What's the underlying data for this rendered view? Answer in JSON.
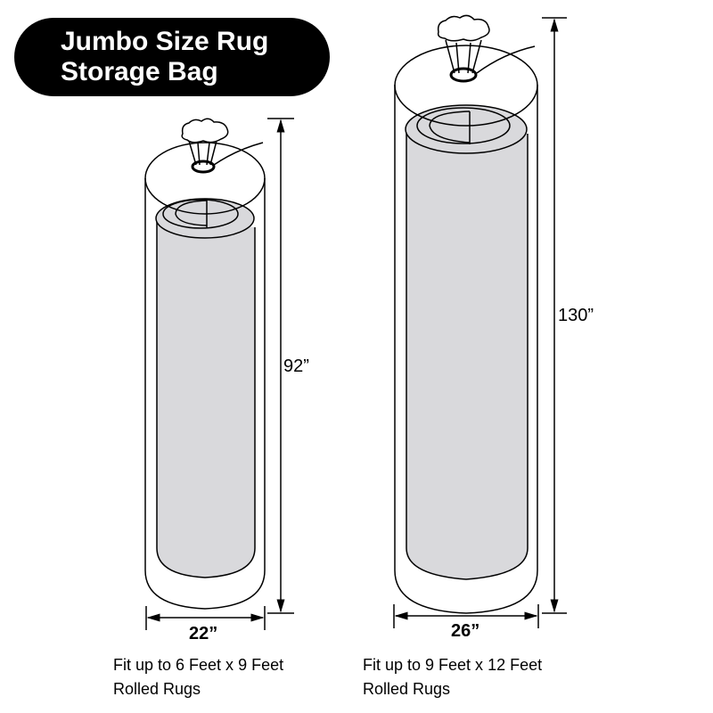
{
  "title": {
    "line1": "Jumbo Size Rug",
    "line2": "Storage Bag"
  },
  "bags": [
    {
      "height_label": "92”",
      "width_label": "22”",
      "caption_line1": "Fit up to 6 Feet x 9 Feet",
      "caption_line2": "Rolled Rugs"
    },
    {
      "height_label": "130”",
      "width_label": "26”",
      "caption_line1": "Fit up to 9 Feet x 12 Feet",
      "caption_line2": "Rolled Rugs"
    }
  ],
  "colors": {
    "rug_fill": "#d9d9dc",
    "outline": "#000000",
    "title_bg": "#000000",
    "title_text": "#ffffff"
  }
}
